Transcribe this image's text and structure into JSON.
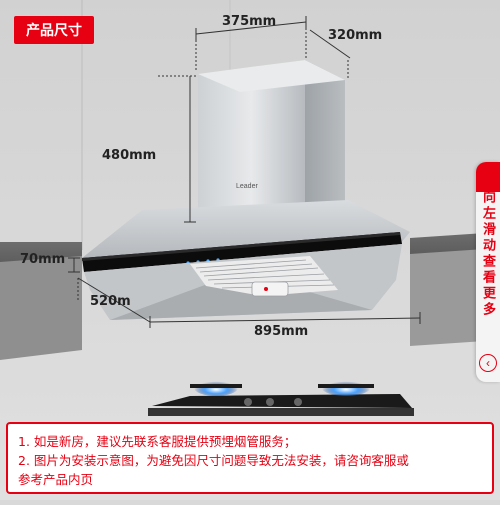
{
  "badge": {
    "label": "产品尺寸"
  },
  "dimensions": {
    "width_top": "375mm",
    "depth_top": "320mm",
    "chimney_height": "480mm",
    "canopy_height": "70mm",
    "canopy_depth": "520m",
    "canopy_width": "895mm"
  },
  "brand": {
    "logo_text": "Leader"
  },
  "side_tab": {
    "label": "向左滑动查看更多",
    "arrow_icon": "chevron-left-icon"
  },
  "notes": {
    "line1": "1. 如是新房，建议先联系客服提供预埋烟管服务；",
    "line2": "2. 图片为安装示意图，为避免因尺寸问题导致无法安装，请咨询客服或",
    "line3": "参考产品内页"
  },
  "colors": {
    "accent": "#e60012",
    "background": "#d9d9d9",
    "steel": "#b8bcc0"
  }
}
